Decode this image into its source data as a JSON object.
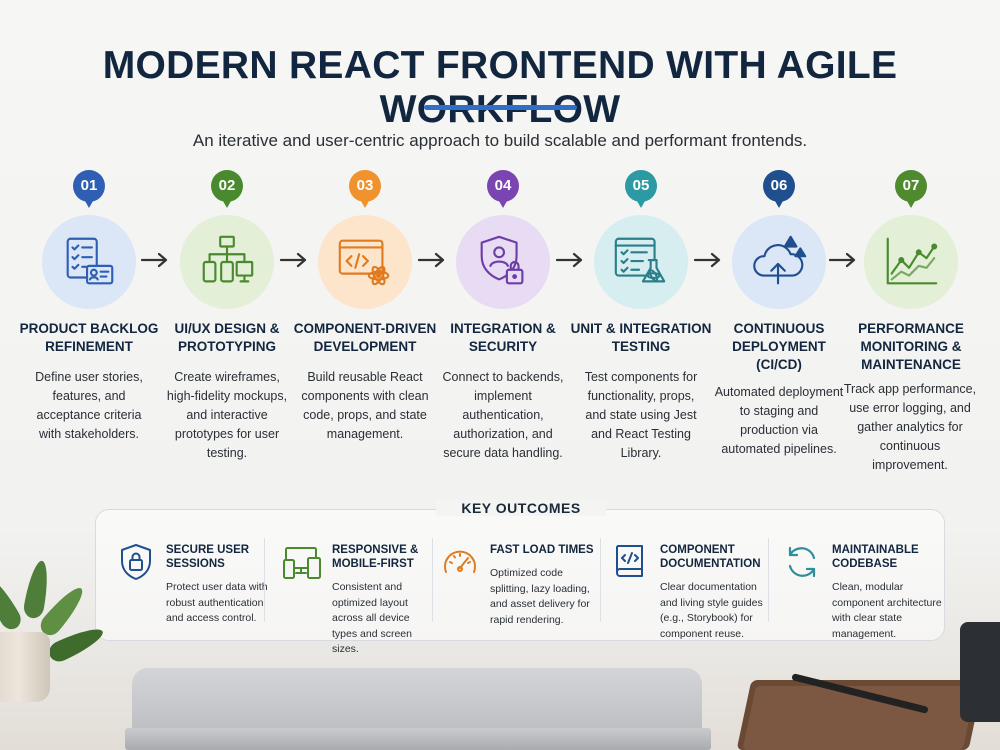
{
  "title": "MODERN REACT FRONTEND WITH AGILE WORKFLOW",
  "subtitle": "An iterative and user-centric approach to build scalable and performant frontends.",
  "colors": {
    "accent": "#2f6fc8",
    "step1": "#2f5fb4",
    "step2": "#4a8a2f",
    "step3": "#f0922e",
    "step4": "#7a45b0",
    "step5": "#2c9aa3",
    "step6": "#1f4f8f",
    "step7": "#4f8a2e"
  },
  "steps": [
    {
      "num": "01",
      "title_line1": "PRODUCT BACKLOG",
      "title_line2": "REFINEMENT",
      "title_line3": "",
      "desc": [
        "Define user stories,",
        "features, and",
        "acceptance criteria",
        "with stakeholders."
      ],
      "icon": "backlog-checklist-icon"
    },
    {
      "num": "02",
      "title_line1": "UI/UX DESIGN &",
      "title_line2": "PROTOTYPING",
      "title_line3": "",
      "desc": [
        "Create wireframes,",
        "high-fidelity mockups,",
        "and interactive",
        "prototypes for user",
        "testing."
      ],
      "icon": "wireframe-devices-icon"
    },
    {
      "num": "03",
      "title_line1": "COMPONENT-DRIVEN",
      "title_line2": "DEVELOPMENT",
      "title_line3": "",
      "desc": [
        "Build reusable React",
        "components with clean",
        "code, props, and state",
        "management."
      ],
      "icon": "code-window-react-icon"
    },
    {
      "num": "04",
      "title_line1": "INTEGRATION &",
      "title_line2": "SECURITY",
      "title_line3": "",
      "desc": [
        "Connect to backends,",
        "implement",
        "authentication,",
        "authorization, and",
        "secure data handling."
      ],
      "icon": "shield-user-lock-icon"
    },
    {
      "num": "05",
      "title_line1": "UNIT & INTEGRATION",
      "title_line2": "TESTING",
      "title_line3": "",
      "desc": [
        "Test components for",
        "functionality, props,",
        "and state using Jest",
        "and React Testing",
        "Library."
      ],
      "icon": "test-checklist-flask-icon"
    },
    {
      "num": "06",
      "title_line1": "CONTINUOUS",
      "title_line2": "DEPLOYMENT",
      "title_line3": "(CI/CD)",
      "desc": [
        "Automated deployment",
        "to staging and",
        "production via",
        "automated pipelines."
      ],
      "icon": "cloud-upload-icon"
    },
    {
      "num": "07",
      "title_line1": "PERFORMANCE",
      "title_line2": "MONITORING &",
      "title_line3": "MAINTENANCE",
      "desc": [
        "Track app performance,",
        "use error logging, and",
        "gather analytics for",
        "continuous",
        "improvement."
      ],
      "icon": "line-chart-icon"
    }
  ],
  "outcomes": {
    "heading": "KEY OUTCOMES",
    "items": [
      {
        "title_line1": "SECURE USER",
        "title_line2": "SESSIONS",
        "desc": [
          "Protect user data with",
          "robust authentication",
          "and access control."
        ],
        "icon": "shield-lock-icon"
      },
      {
        "title_line1": "RESPONSIVE &",
        "title_line2": "MOBILE-FIRST",
        "desc": [
          "Consistent and",
          "optimized layout",
          "across all device",
          "types and screen",
          "sizes."
        ],
        "icon": "responsive-devices-icon"
      },
      {
        "title_line1": "FAST LOAD TIMES",
        "title_line2": "",
        "desc": [
          "Optimized code",
          "splitting, lazy loading,",
          "and asset delivery for",
          "rapid rendering."
        ],
        "icon": "speedometer-icon"
      },
      {
        "title_line1": "COMPONENT",
        "title_line2": "DOCUMENTATION",
        "desc": [
          "Clear documentation",
          "and living style guides",
          "(e.g., Storybook) for",
          "component reuse."
        ],
        "icon": "code-book-icon"
      },
      {
        "title_line1": "MAINTAINABLE",
        "title_line2": "CODEBASE",
        "desc": [
          "Clean, modular",
          "component architecture",
          "with clear state",
          "management."
        ],
        "icon": "refresh-cycle-icon"
      }
    ]
  }
}
